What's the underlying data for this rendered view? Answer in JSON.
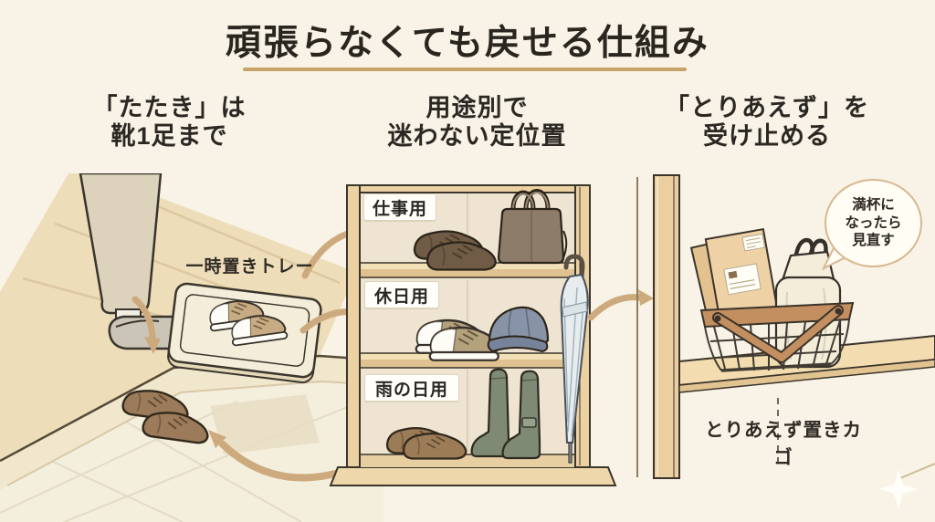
{
  "title": "頑張らなくても戻せる仕組み",
  "section_headings": {
    "left": {
      "line1": "「たたき」は",
      "line2": "靴1足まで"
    },
    "middle": {
      "line1": "用途別で",
      "line2": "迷わない定位置"
    },
    "right": {
      "line1": "「とりあえず」を",
      "line2": "受け止める"
    }
  },
  "left_panel": {
    "tray_label": "一時置きトレー"
  },
  "shelf_panel": {
    "rows": [
      {
        "label": "仕事用"
      },
      {
        "label": "休日用"
      },
      {
        "label": "雨の日用"
      }
    ]
  },
  "right_panel": {
    "bubble": {
      "line1": "満杯に",
      "line2": "なったら",
      "line3": "見直す"
    },
    "basket_label": "とりあえず置きカゴ"
  },
  "colors": {
    "background": "#f8f3e6",
    "title_text": "#29261f",
    "title_underline": "#c5a36a",
    "arrow": "#ccaa7d",
    "label_box_background": "#fffef8",
    "wood_floor": "#eeddb9",
    "shelf_wood": "#ecd1a2",
    "basket_handle": "#c38f60",
    "rain_boots": "#7e8a74",
    "cap": "#8793a7",
    "umbrella": "#e7ecee"
  }
}
